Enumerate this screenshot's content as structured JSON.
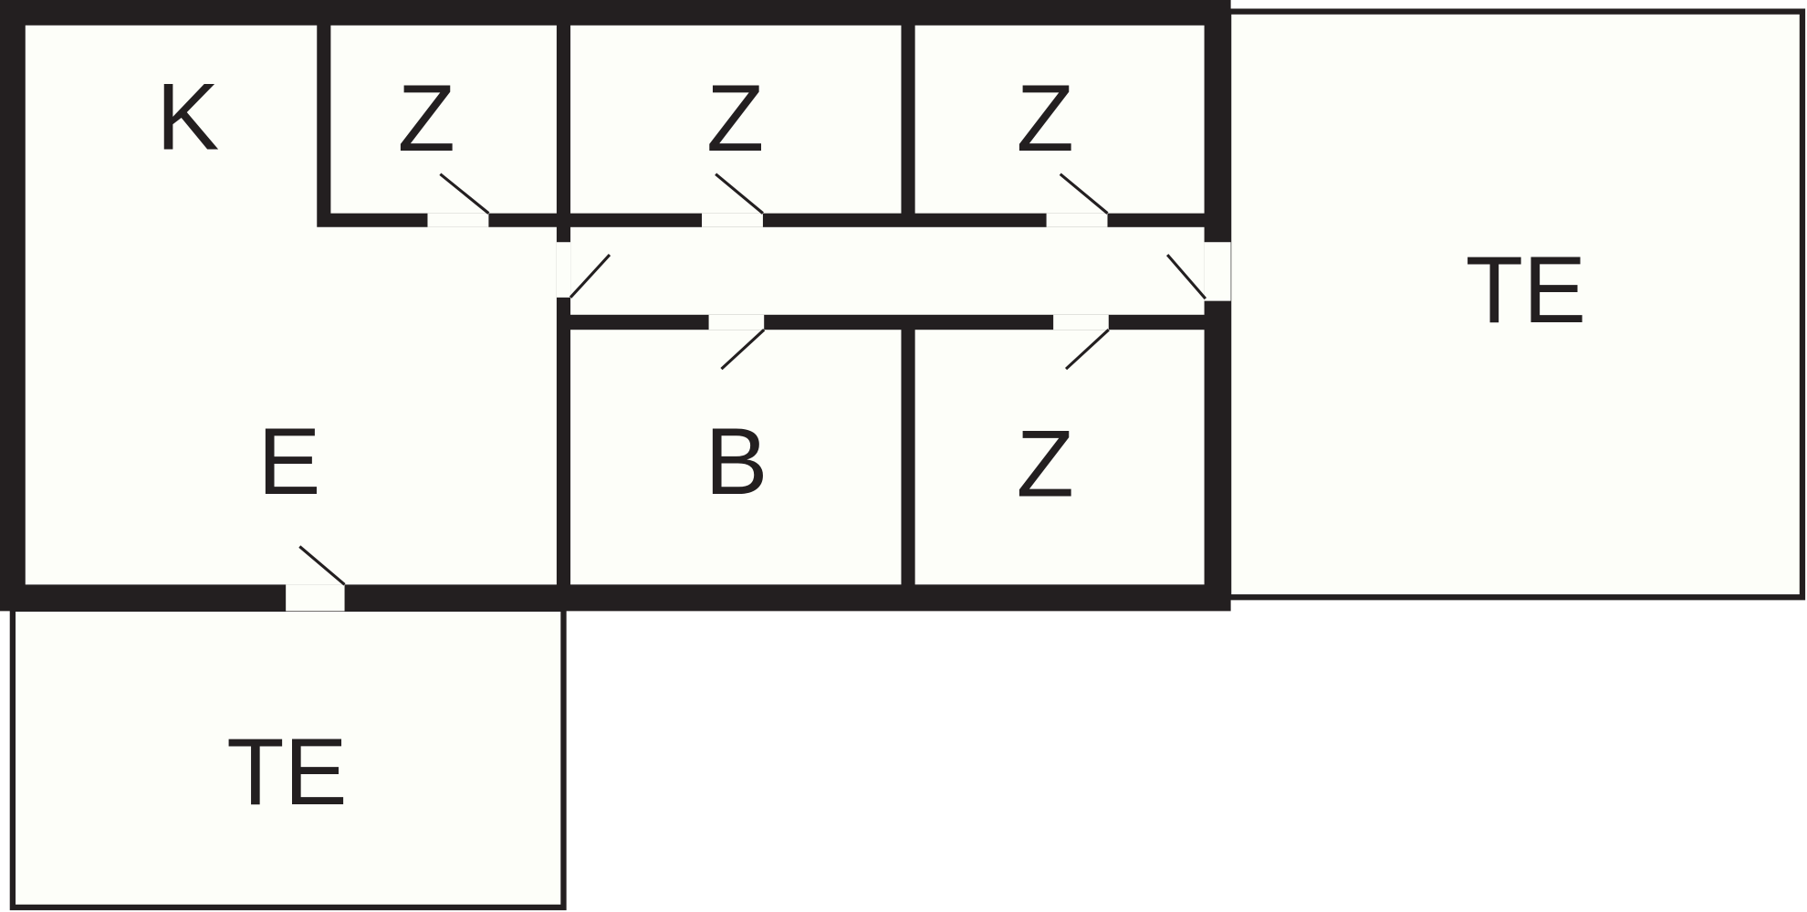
{
  "rooms": {
    "kitchen": "K",
    "room_top_1": "Z",
    "room_top_2": "Z",
    "room_top_3": "Z",
    "entrance": "E",
    "bathroom": "B",
    "room_bottom": "Z",
    "terrace_right": "TE",
    "terrace_bottom": "TE"
  },
  "colors": {
    "wall": "#231f20",
    "floor": "#fdfef9"
  }
}
